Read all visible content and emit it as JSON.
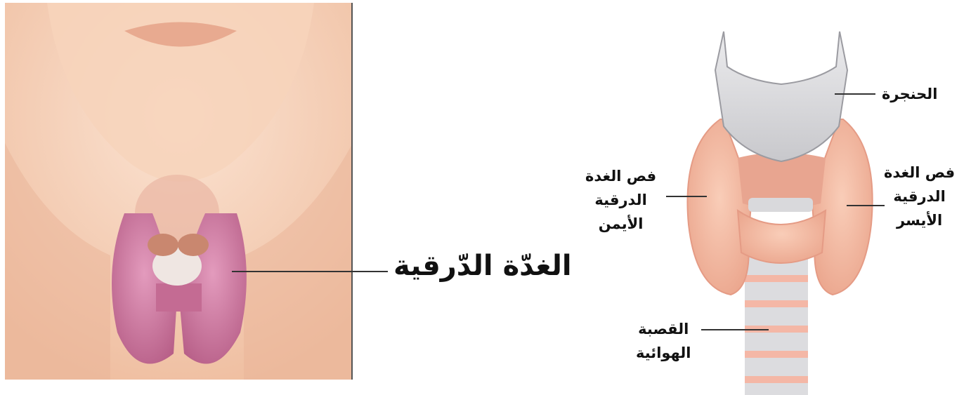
{
  "left_panel": {
    "label": "الغدّة الدّرقية"
  },
  "right_panel": {
    "larynx": "الحنجرة",
    "left_lobe": [
      "فص الغدة",
      "الدرقية",
      "الأيسر"
    ],
    "right_lobe": [
      "فص الغدة",
      "الدرقية",
      "الأيمن"
    ],
    "trachea": [
      "القصبة",
      "الهوائية"
    ]
  },
  "colors": {
    "skin": "#f3c6a6",
    "skin_light": "#f8dcc6",
    "gland_pink": "#c9729a",
    "gland_lobe": "#f3b9a3",
    "larynx_gray": "#d7d7d9",
    "trachea_gray": "#e3e3e6"
  }
}
